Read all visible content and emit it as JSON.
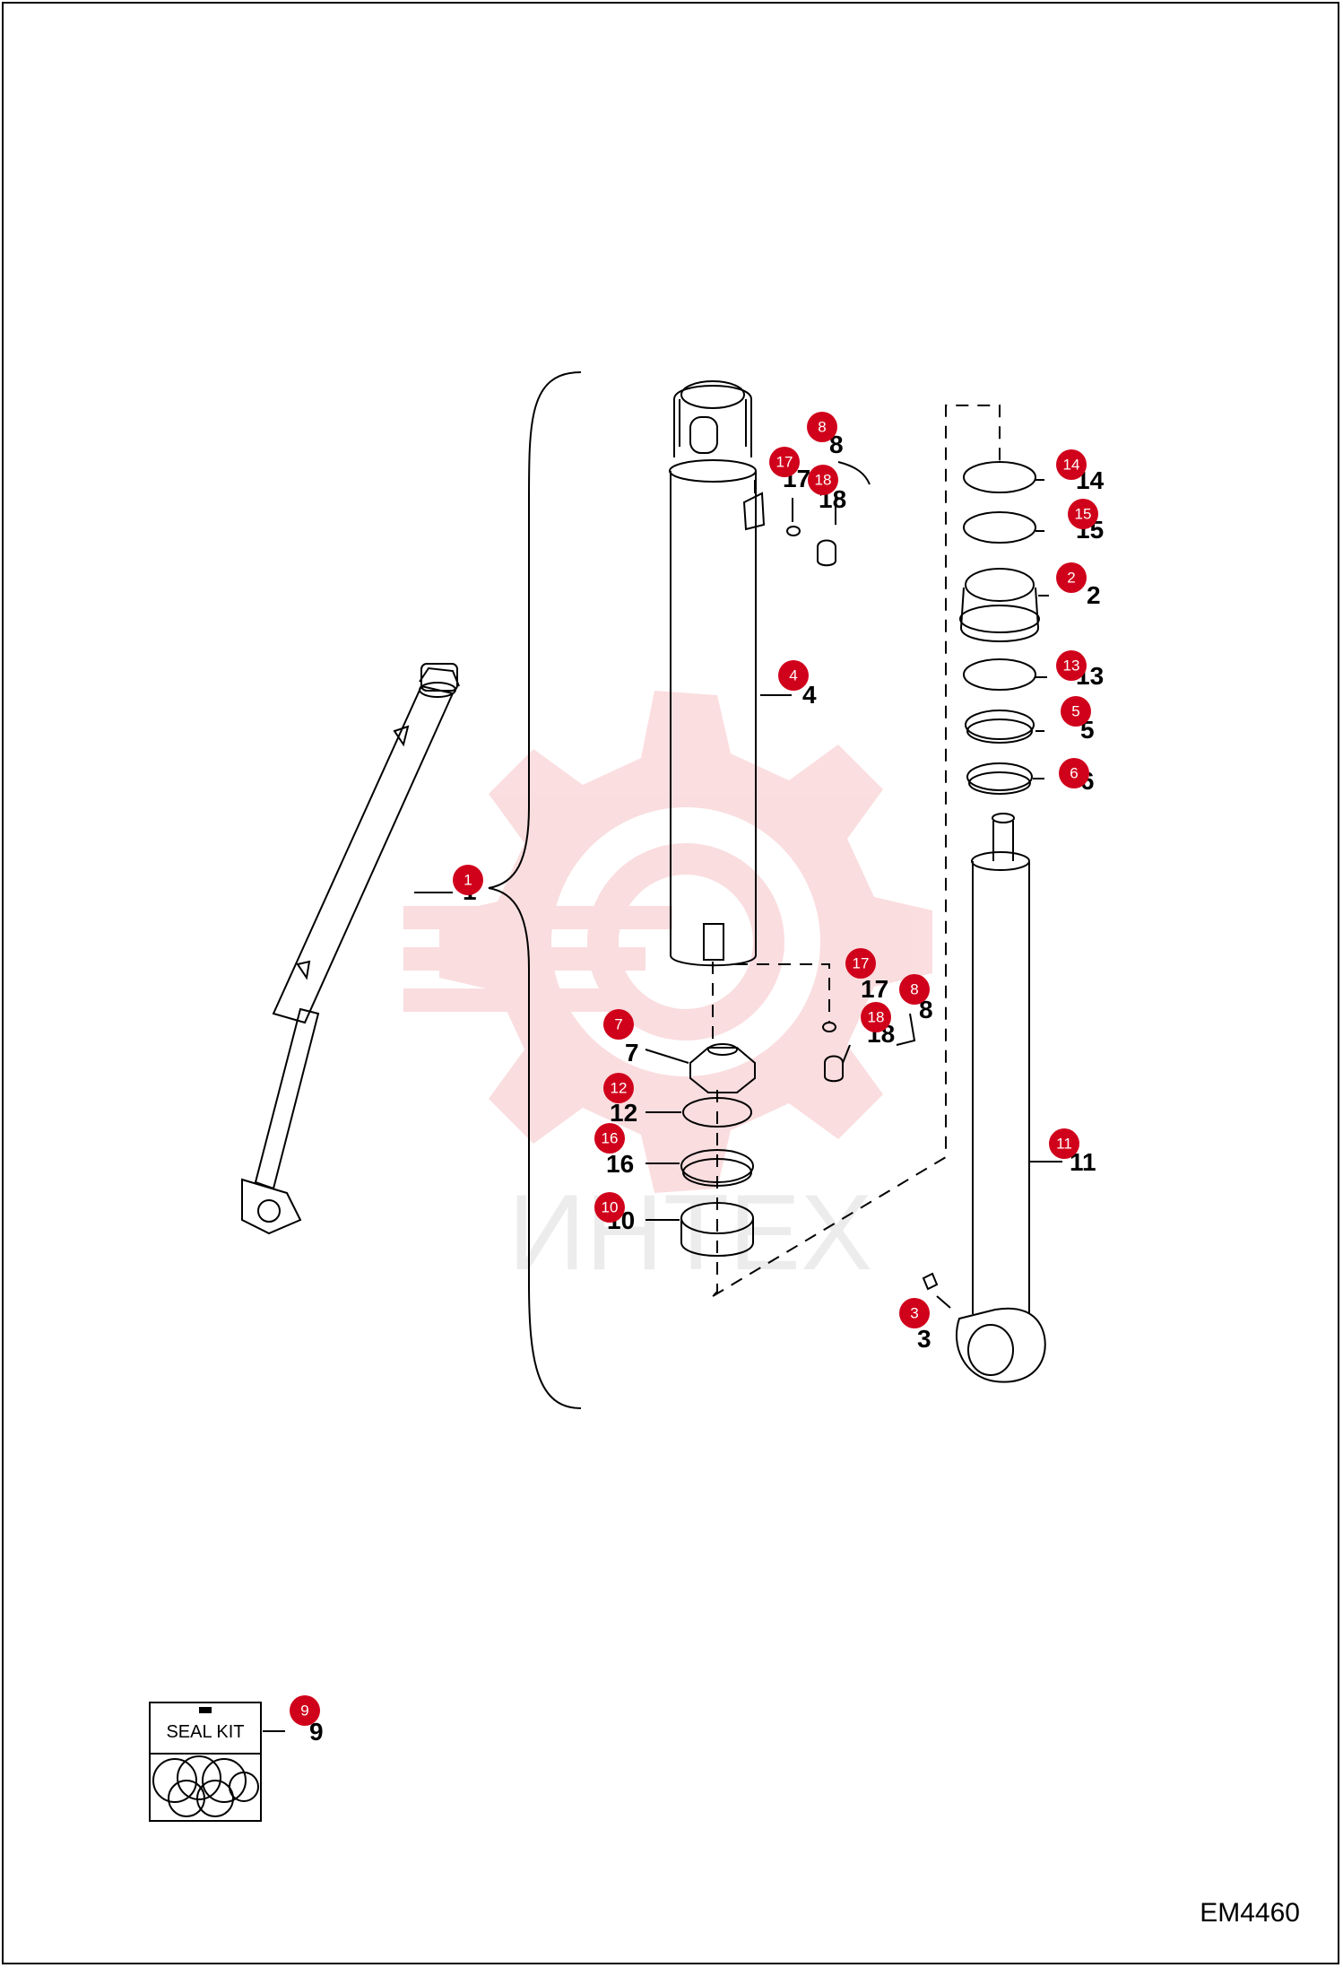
{
  "drawing_id": "EM4460",
  "watermark_text": "ИНТЕХ",
  "seal_kit": {
    "label": "SEAL KIT",
    "part": "9",
    "badge": "9"
  },
  "colors": {
    "badge": "#d0021b",
    "watermark": "#f3a0a6",
    "line": "#000000"
  },
  "parts": [
    {
      "key": "p1",
      "num": "1"
    },
    {
      "key": "p2",
      "num": "2"
    },
    {
      "key": "p3",
      "num": "3"
    },
    {
      "key": "p4",
      "num": "4"
    },
    {
      "key": "p5",
      "num": "5"
    },
    {
      "key": "p6",
      "num": "6"
    },
    {
      "key": "p7",
      "num": "7"
    },
    {
      "key": "p8a",
      "num": "8"
    },
    {
      "key": "p8b",
      "num": "8"
    },
    {
      "key": "p10",
      "num": "10"
    },
    {
      "key": "p11",
      "num": "11"
    },
    {
      "key": "p12",
      "num": "12"
    },
    {
      "key": "p13",
      "num": "13"
    },
    {
      "key": "p14",
      "num": "14"
    },
    {
      "key": "p15",
      "num": "15"
    },
    {
      "key": "p16",
      "num": "16"
    },
    {
      "key": "p17a",
      "num": "17"
    },
    {
      "key": "p17b",
      "num": "17"
    },
    {
      "key": "p18a",
      "num": "18"
    },
    {
      "key": "p18b",
      "num": "18"
    }
  ]
}
